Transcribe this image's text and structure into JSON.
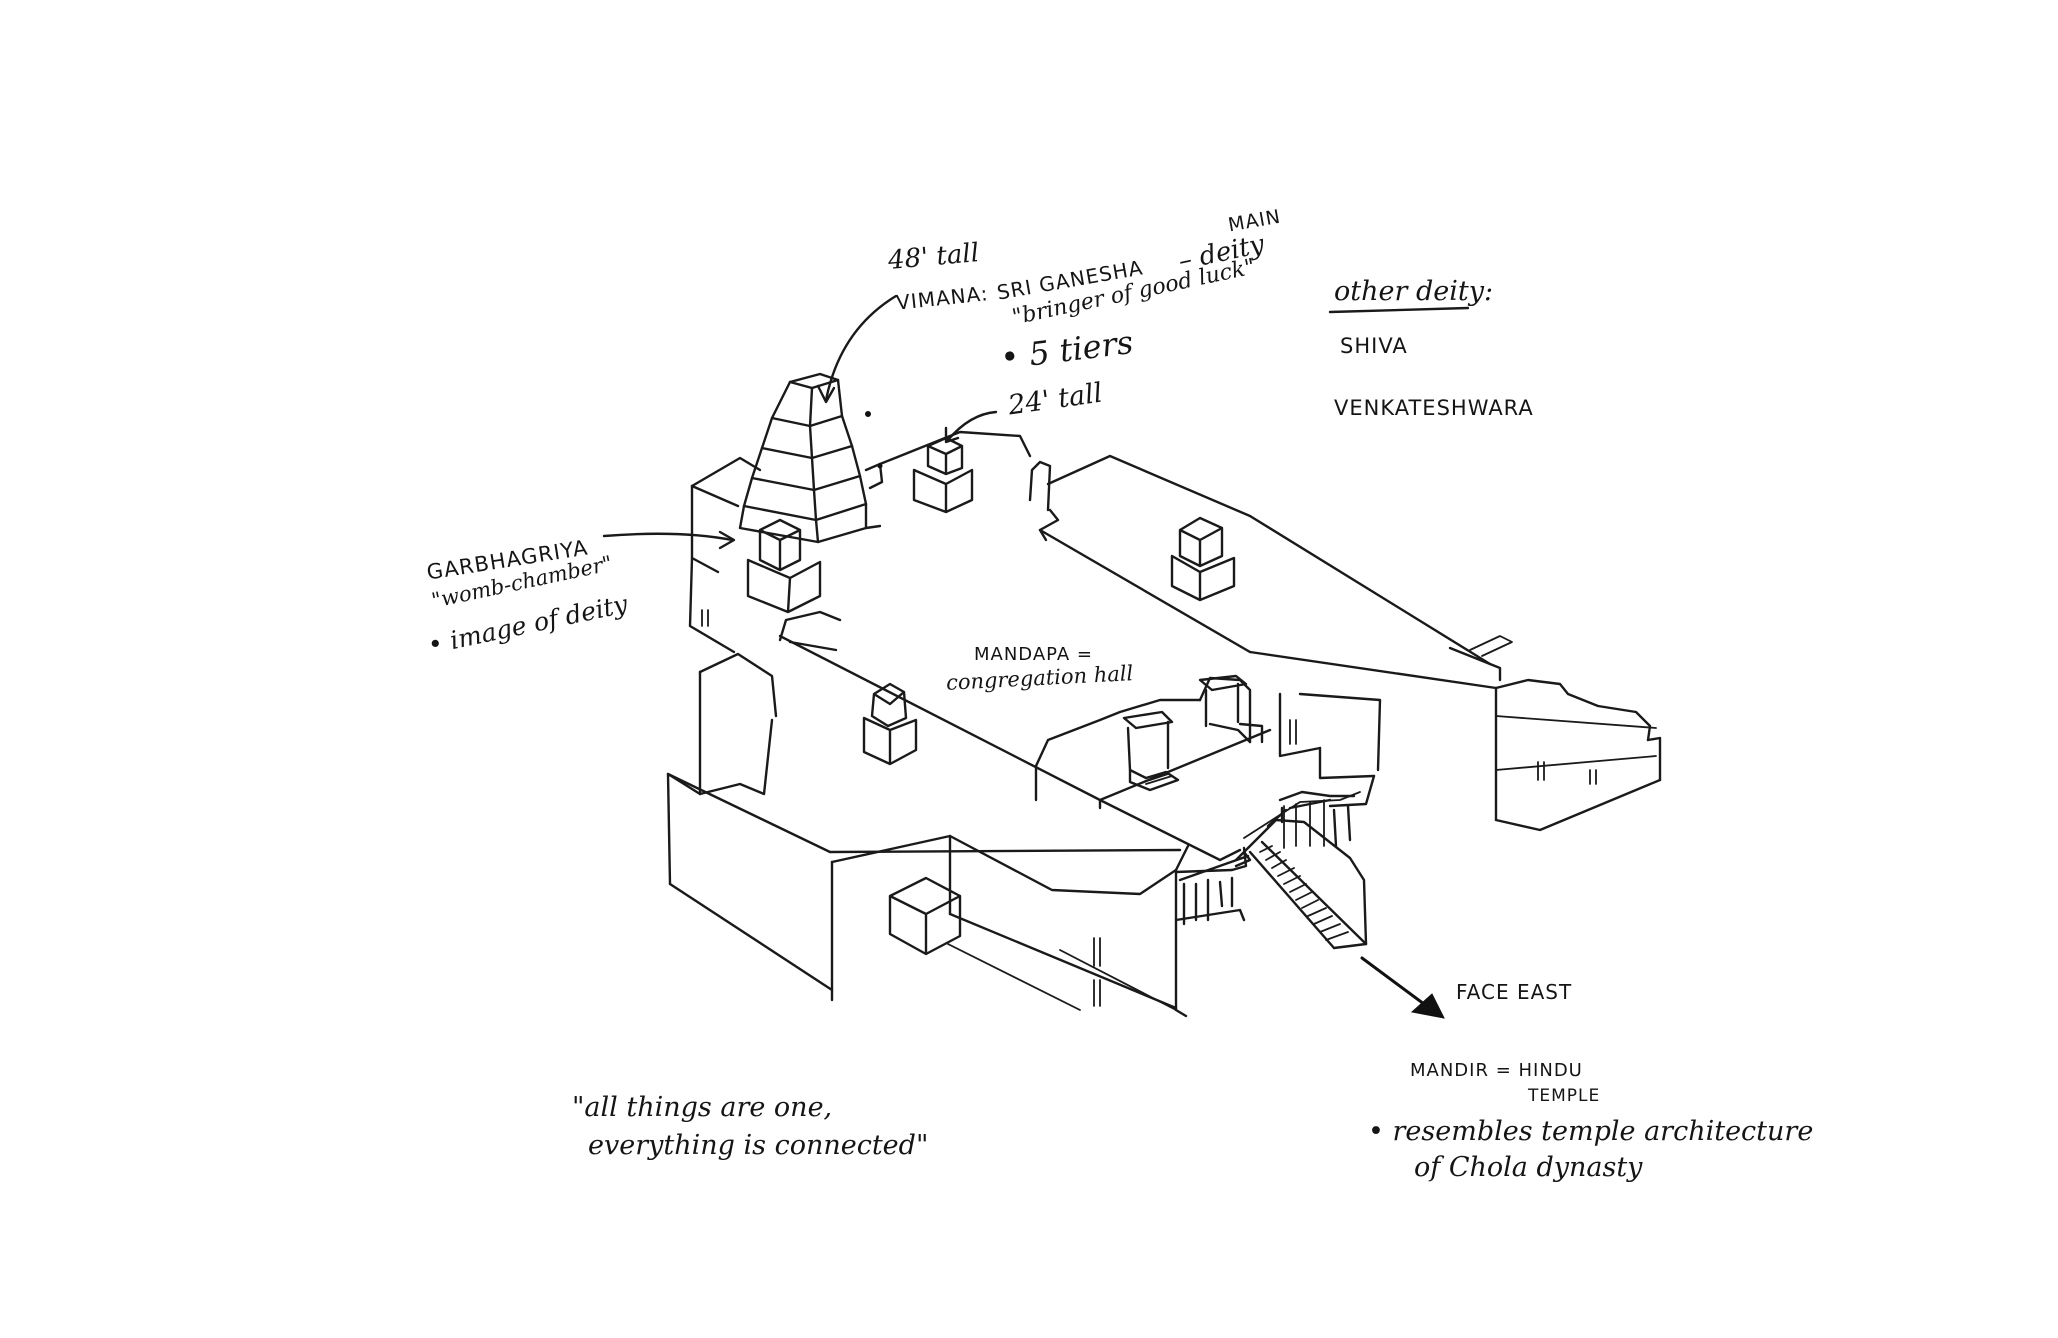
{
  "labels": {
    "vimana_height": "48' tall",
    "main_label": "MAIN",
    "vimana": "VIMANA:",
    "sri_ganesha": "SRI GANESHA",
    "deity": "– deity",
    "bringer": "\"bringer of good luck\"",
    "tiers": "• 5 tiers",
    "tower_height": "24' tall",
    "other_deity": "other deity:",
    "shiva": "SHIVA",
    "venkateshwara": "VENKATESHWARA",
    "garbhagriya": "GARBHAGRIYA",
    "womb_chamber": "\"womb-chamber\"",
    "image_of_deity": "• image of deity",
    "mandapa": "MANDAPA =",
    "congregation_hall": "congregation hall",
    "face_east": "FACE EAST",
    "mandir": "MANDIR = HINDU",
    "temple": "TEMPLE",
    "resembles": "• resembles temple architecture",
    "chola": "of Chola dynasty",
    "quote_line1": "\"all things are one,",
    "quote_line2": "everything is connected\""
  },
  "colors": {
    "ink": "#1a1a1a",
    "paper": "#ffffff"
  }
}
